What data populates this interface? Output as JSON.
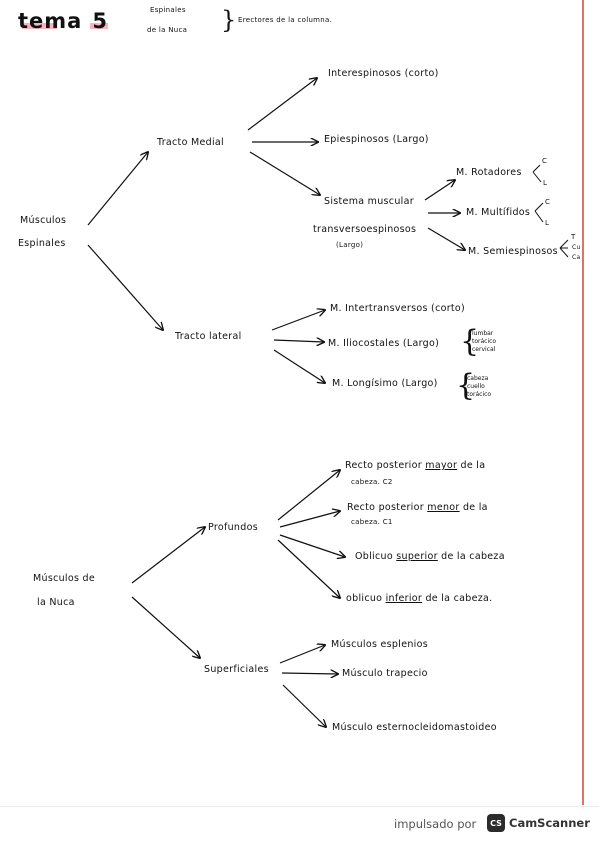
{
  "header": {
    "title_word": "tema",
    "title_number": "5",
    "sub_left_1": "Espinales",
    "sub_left_2": "de la Nuca",
    "sub_right": "Erectores de la columna."
  },
  "espinales": {
    "root_1": "Músculos",
    "root_2": "Espinales",
    "medial": {
      "label": "Tracto Medial",
      "inter": "Interespinosos (corto)",
      "epi": "Epiespinosos (Largo)",
      "sistema_1": "Sistema muscular",
      "sistema_2": "transversoespinosos",
      "sistema_3": "(Largo)",
      "rotadores": "M. Rotadores",
      "rot_c": "C",
      "rot_l": "L",
      "multifidos": "M. Multífidos",
      "mul_c": "C",
      "mul_l": "L",
      "semiespinosos": "M. Semiespinosos",
      "semi_1": "T",
      "semi_2": "Cu",
      "semi_3": "Ca"
    },
    "lateral": {
      "label": "Tracto lateral",
      "intertrans": "M. Intertransversos (corto)",
      "iliocostales": "M. Iliocostales (Largo)",
      "ilio_items": [
        "lumbar",
        "torácico",
        "cervical"
      ],
      "longisimo": "M. Longísimo (Largo)",
      "long_items": [
        "cabeza",
        "cuello",
        "torácico"
      ]
    }
  },
  "nuca": {
    "root_1": "Músculos de",
    "root_2": "la Nuca",
    "profundos": {
      "label": "Profundos",
      "recto_mayor_a": "Recto posterior",
      "recto_mayor_b": "mayor",
      "recto_mayor_c": "de la",
      "recto_mayor_d": "cabeza. C2",
      "recto_menor_a": "Recto posterior",
      "recto_menor_b": "menor",
      "recto_menor_c": "de la",
      "recto_menor_d": "cabeza. C1",
      "obl_sup_a": "Oblicuo",
      "obl_sup_b": "superior",
      "obl_sup_c": "de la cabeza",
      "obl_inf_a": "oblicuo",
      "obl_inf_b": "inferior",
      "obl_inf_c": "de la cabeza."
    },
    "superficiales": {
      "label": "Superficiales",
      "esplenios": "Músculos esplenios",
      "trapecio": "Músculo trapecio",
      "esterno": "Músculo esternocleidomastoideo"
    }
  },
  "footer": {
    "powered_by": "impulsado por",
    "brand_logo": "CS",
    "brand_name": "CamScanner"
  }
}
